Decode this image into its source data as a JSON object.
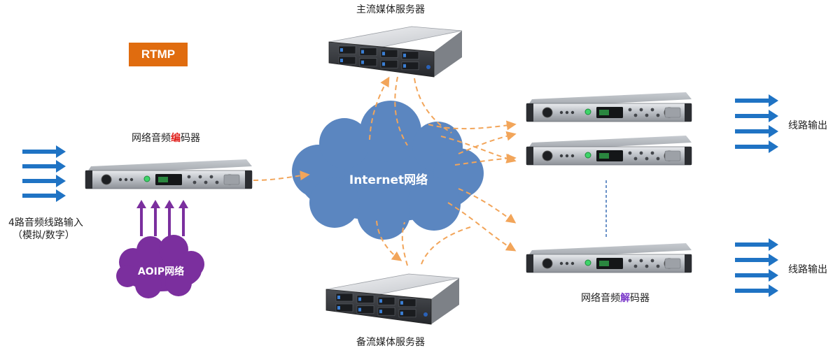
{
  "labels": {
    "main_server": "主流媒体服务器",
    "backup_server": "备流媒体服务器",
    "rtmp": "RTMP",
    "encoder_prefix": "网络音频",
    "encoder_highlight": "编",
    "encoder_suffix": "码器",
    "decoder_prefix": "网络音频",
    "decoder_highlight": "解",
    "decoder_suffix": "码器",
    "cloud": "Internet网络",
    "aoip": "AOIP网络",
    "input_line1": "4路音频线路输入",
    "input_line2": "（模拟/数字）",
    "output_top": "线路输出",
    "output_bottom": "线路输出"
  },
  "colors": {
    "rtmp_bg": "#e06c0f",
    "cloud": "#5b86c0",
    "aoip_cloud": "#7b2f9e",
    "blue_arrow": "#1f73c4",
    "purple_arrow": "#7b2f9e",
    "orange_flow": "#f2a55a",
    "encoder_highlight": "#e0201c",
    "decoder_highlight": "#7a38c9"
  },
  "icons": {
    "input_arrows": "arrow-right-icon",
    "aoip_arrows": "arrow-up-icon",
    "output_arrows": "arrow-right-icon"
  }
}
